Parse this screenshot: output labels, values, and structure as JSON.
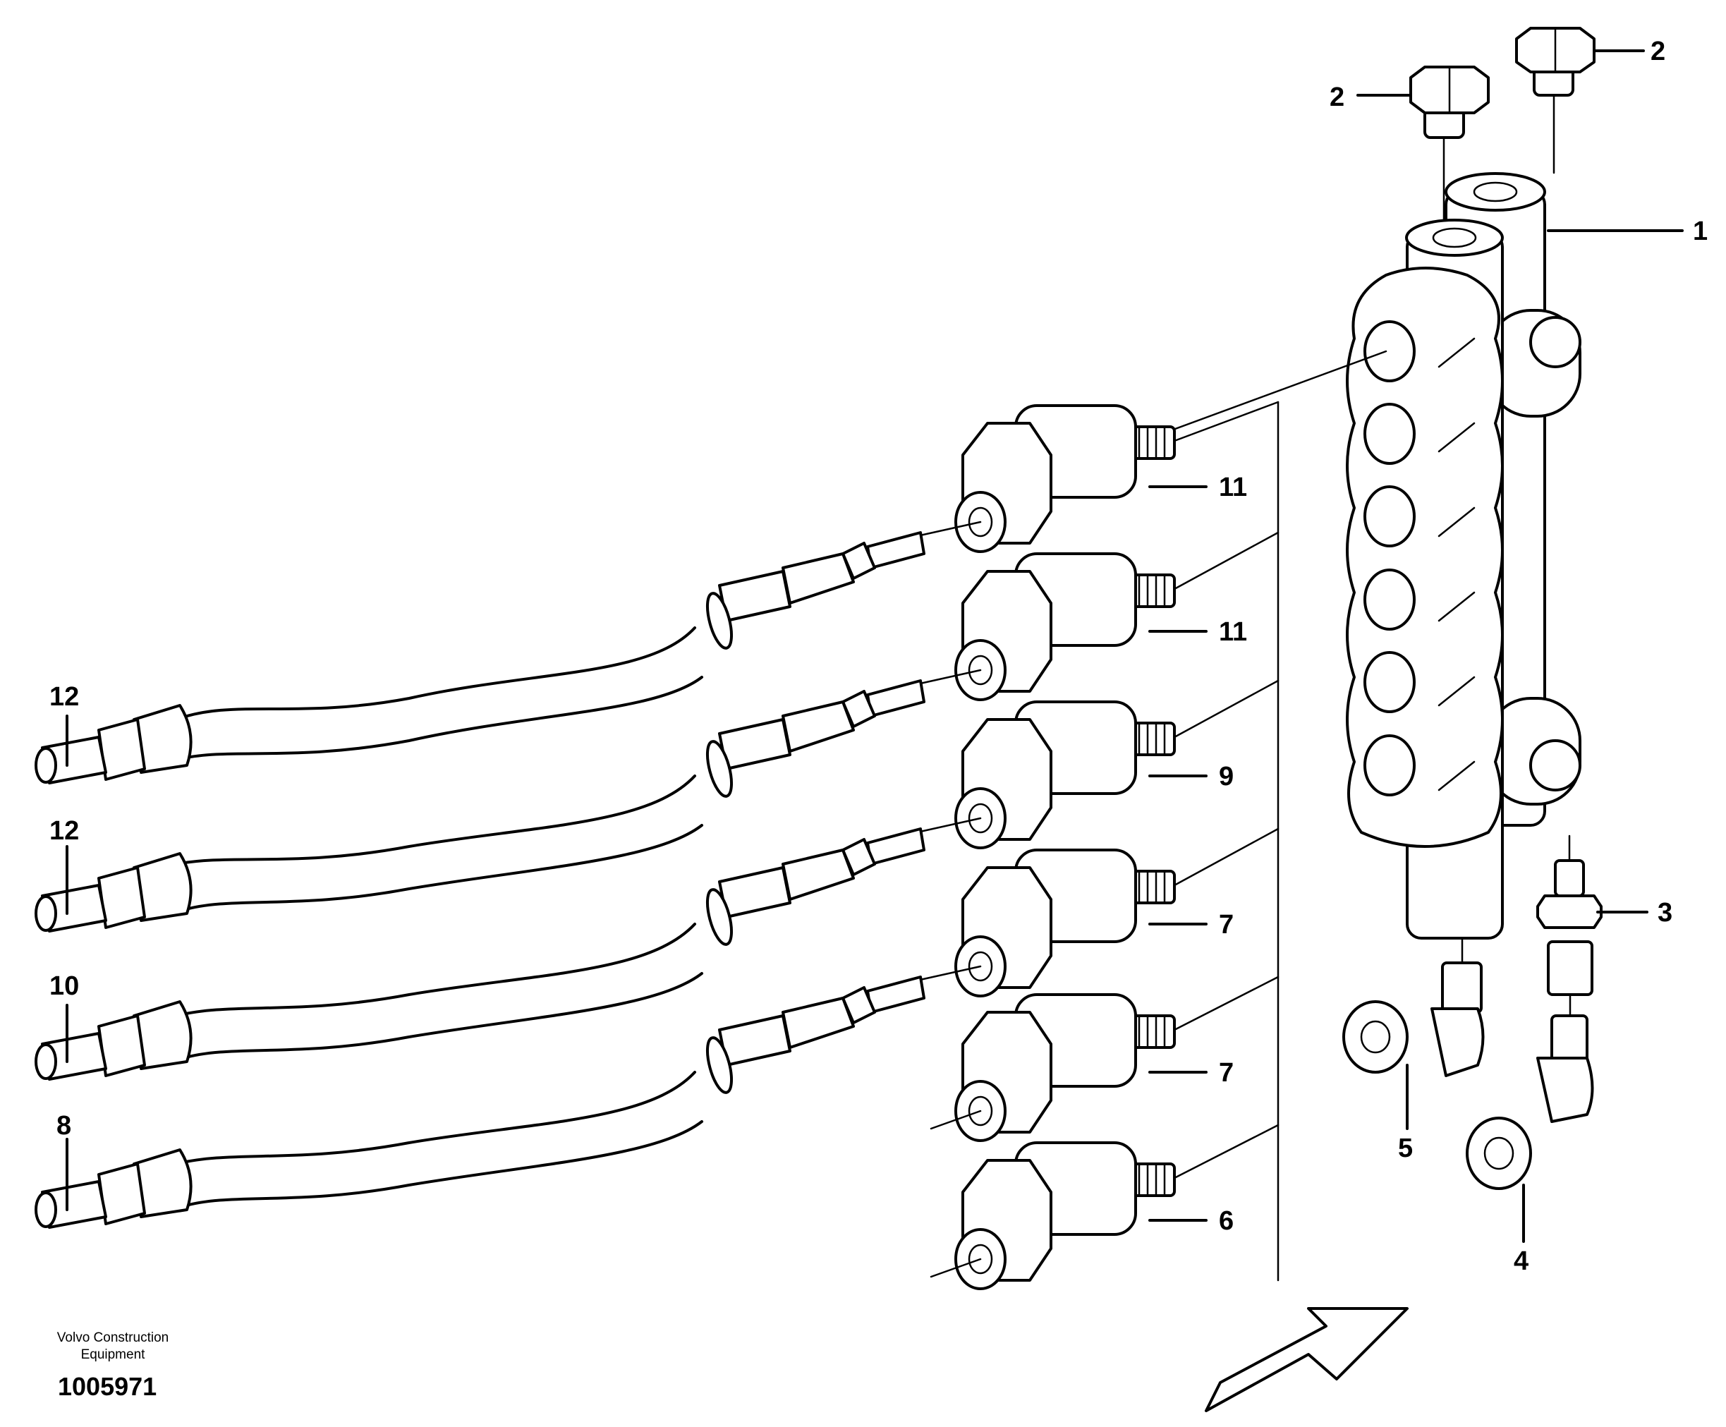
{
  "callouts": {
    "c1": "1",
    "c2a": "2",
    "c2b": "2",
    "c3": "3",
    "c4": "4",
    "c5": "5",
    "c6": "6",
    "c7a": "7",
    "c7b": "7",
    "c8": "8",
    "c9": "9",
    "c10": "10",
    "c11a": "11",
    "c11b": "11",
    "c12a": "12",
    "c12b": "12"
  },
  "footer": {
    "company_line1": "Volvo Construction",
    "company_line2": "Equipment",
    "drawing_number": "1005971"
  }
}
